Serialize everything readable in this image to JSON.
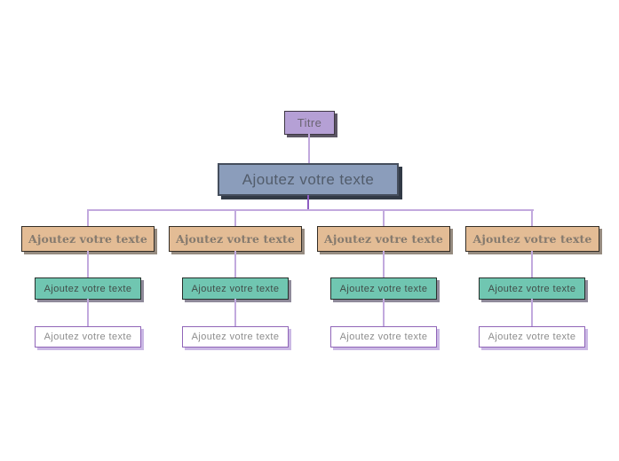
{
  "colors": {
    "canvas-bg": "#ffffff",
    "connector": "#c2a9de",
    "connector-dark": "#8d5cc2",
    "title-fill": "#b5a0d5",
    "title-border": "#3e3744",
    "title-shadow": "#5c5664",
    "title-text": "#6a6472",
    "root-fill": "#8b9dbb",
    "root-border": "#454e5d",
    "root-shadow": "#323a46",
    "root-text": "#525c6b",
    "l1-fill": "#e3bc95",
    "l1-border": "#332d26",
    "l1-shadow": "#968b80",
    "l1-text": "#857a6e",
    "l2-fill": "#70c6b1",
    "l2-border": "#26302c",
    "l2-shadow": "#8f8a9a",
    "l2-text": "#414d49",
    "l3-fill": "#ffffff",
    "l3-border": "#9065b8",
    "l3-shadow": "#cab8e4",
    "l3-text": "#8d8d8d"
  },
  "title_box": {
    "label": "Titre"
  },
  "root_box": {
    "label": "Ajoutez votre texte"
  },
  "branches": [
    {
      "level1": "Ajoutez votre texte",
      "level2": "Ajoutez votre texte",
      "level3": "Ajoutez votre texte"
    },
    {
      "level1": "Ajoutez votre texte",
      "level2": "Ajoutez votre texte",
      "level3": "Ajoutez votre texte"
    },
    {
      "level1": "Ajoutez votre texte",
      "level2": "Ajoutez votre texte",
      "level3": "Ajoutez votre texte"
    },
    {
      "level1": "Ajoutez votre texte",
      "level2": "Ajoutez votre texte",
      "level3": "Ajoutez votre texte"
    }
  ]
}
